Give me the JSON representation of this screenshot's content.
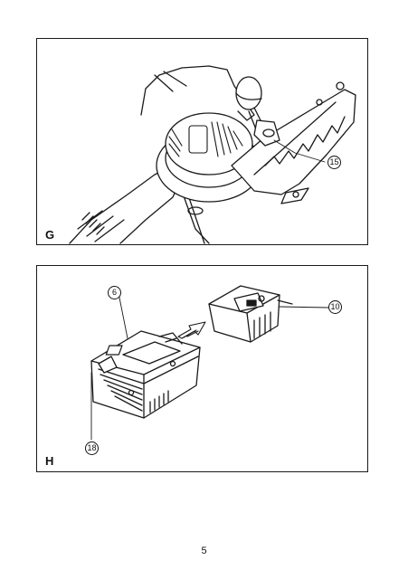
{
  "figures": {
    "g": {
      "letter": "G",
      "callouts": [
        {
          "label": "15"
        }
      ]
    },
    "h": {
      "letter": "H",
      "callouts": [
        {
          "label": "6"
        },
        {
          "label": "10"
        },
        {
          "label": "18"
        }
      ]
    }
  },
  "footer": {
    "page_number": "5"
  }
}
